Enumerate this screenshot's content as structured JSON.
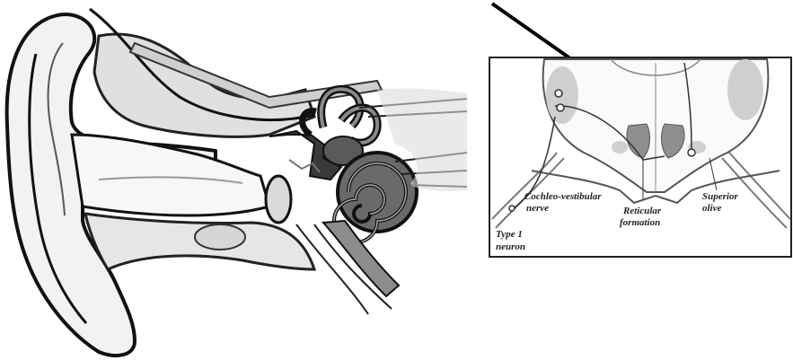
{
  "labels": {
    "cochleo_vestibular_line1": "Cochleo-vestibular",
    "cochleo_vestibular_line2": "nerve",
    "reticular_line1": "Reticular",
    "reticular_line2": "formation",
    "superior_line1": "Superior",
    "superior_line2": "olive",
    "type1_line1": "Type 1",
    "type1_line2": "neuron"
  }
}
